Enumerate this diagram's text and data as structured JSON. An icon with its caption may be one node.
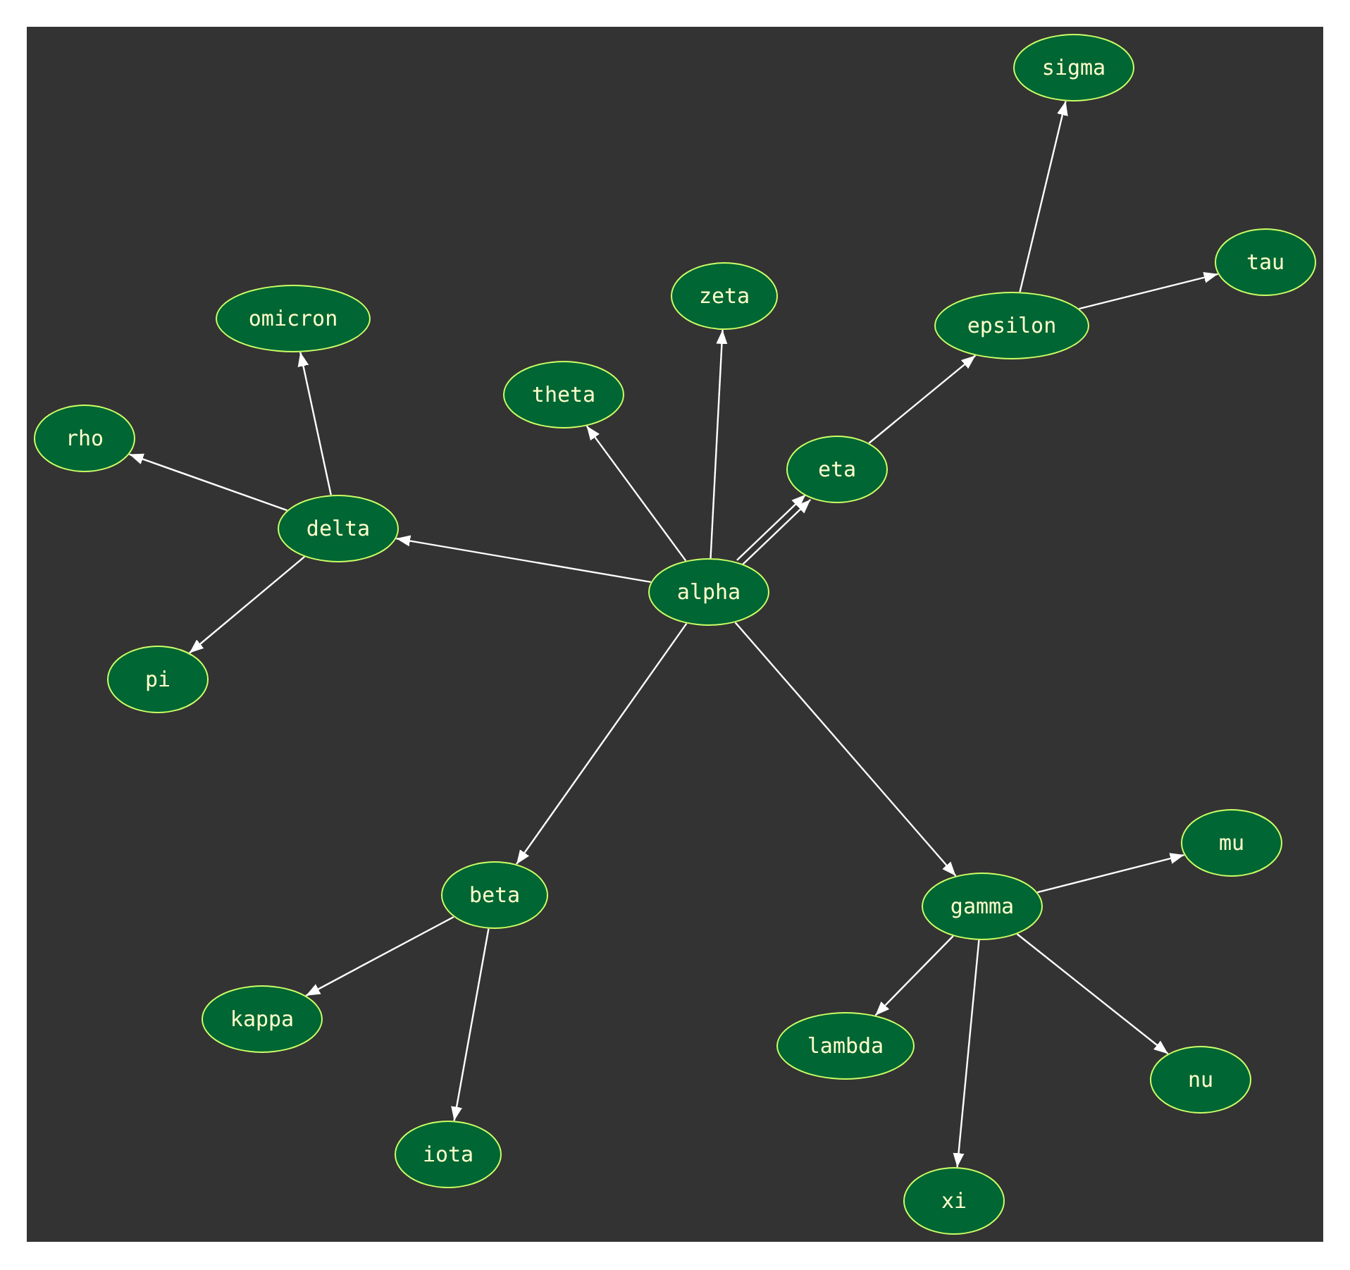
{
  "diagram": {
    "nodes": [
      {
        "text": [
          "sigma"
        ]
      },
      {
        "text": [
          "tau"
        ]
      },
      {
        "text": [
          "omicron"
        ]
      },
      {
        "text": [
          "zeta"
        ]
      },
      {
        "text": [
          "epsilon"
        ]
      },
      {
        "text": [
          "theta"
        ]
      },
      {
        "text": [
          "rho"
        ]
      },
      {
        "text": [
          "eta"
        ]
      },
      {
        "text": [
          "delta"
        ]
      },
      {
        "text": [
          "alpha"
        ]
      },
      {
        "text": [
          "pi"
        ]
      },
      {
        "text": [
          "mu"
        ]
      },
      {
        "text": [
          "beta"
        ]
      },
      {
        "text": [
          "gamma"
        ]
      },
      {
        "text": [
          "kappa"
        ]
      },
      {
        "text": [
          "lambda"
        ]
      },
      {
        "text": [
          "nu"
        ]
      },
      {
        "text": [
          "iota"
        ]
      },
      {
        "text": [
          "xi"
        ]
      }
    ],
    "edges": [
      {
        "from": 9,
        "to": 8,
        "arrow": "to"
      },
      {
        "from": 9,
        "to": 5,
        "arrow": "to"
      },
      {
        "from": 9,
        "to": 3,
        "arrow": "to"
      },
      {
        "from": 9,
        "to": 7,
        "arrow": "to"
      },
      {
        "from": 9,
        "to": 7,
        "arrow": "to"
      },
      {
        "from": 9,
        "to": 12,
        "arrow": "to"
      },
      {
        "from": 9,
        "to": 13,
        "arrow": "to"
      },
      {
        "from": 8,
        "to": 2,
        "arrow": "to"
      },
      {
        "from": 8,
        "to": 6,
        "arrow": "to"
      },
      {
        "from": 8,
        "to": 10,
        "arrow": "to"
      },
      {
        "from": 7,
        "to": 4,
        "arrow": "to"
      },
      {
        "from": 4,
        "to": 0,
        "arrow": "to"
      },
      {
        "from": 4,
        "to": 1,
        "arrow": "to"
      },
      {
        "from": 12,
        "to": 14,
        "arrow": "to"
      },
      {
        "from": 12,
        "to": 17,
        "arrow": "to"
      },
      {
        "from": 13,
        "to": 11,
        "arrow": "to"
      },
      {
        "from": 13,
        "to": 15,
        "arrow": "to"
      },
      {
        "from": 13,
        "to": 18,
        "arrow": "to"
      },
      {
        "from": 13,
        "to": 16,
        "arrow": "to"
      }
    ]
  }
}
